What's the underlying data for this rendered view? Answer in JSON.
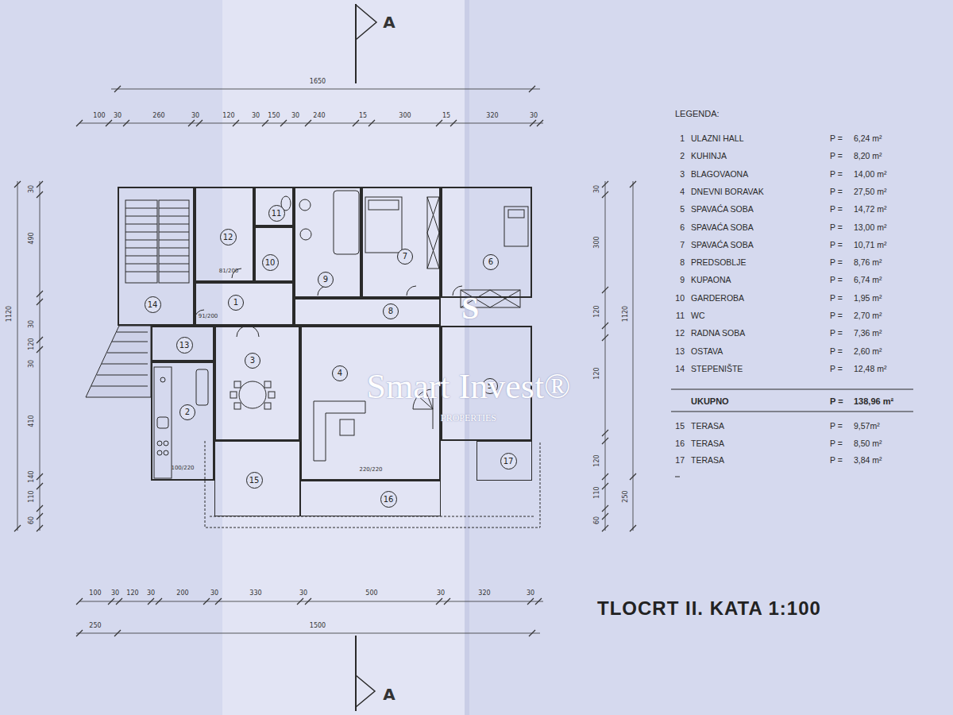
{
  "diagram": {
    "title": "TLOCRT II. KATA 1:100",
    "nodes": [
      {
        "text": [
          "11"
        ]
      },
      {
        "text": [
          "12"
        ]
      },
      {
        "text": [
          "10"
        ]
      },
      {
        "text": [
          "9"
        ]
      },
      {
        "text": [
          "7"
        ]
      },
      {
        "text": [
          "6"
        ]
      },
      {
        "text": [
          "14"
        ]
      },
      {
        "text": [
          "1"
        ]
      },
      {
        "text": [
          "8"
        ]
      },
      {
        "text": [
          "13"
        ]
      },
      {
        "text": [
          "3"
        ]
      },
      {
        "text": [
          "5"
        ]
      },
      {
        "text": [
          "2"
        ]
      },
      {
        "text": [
          "4"
        ]
      },
      {
        "text": [
          "17"
        ]
      },
      {
        "text": [
          "15"
        ]
      },
      {
        "text": [
          "16"
        ]
      }
    ],
    "labels": [
      "A",
      "A",
      "1650",
      "100",
      "30",
      "260",
      "30",
      "120",
      "30",
      "150",
      "30",
      "240",
      "15",
      "300",
      "15",
      "320",
      "30",
      "100",
      "30",
      "120",
      "30",
      "200",
      "30",
      "330",
      "30",
      "500",
      "30",
      "320",
      "30",
      "250",
      "1500",
      "30",
      "490",
      "30",
      "120",
      "30",
      "410",
      "140",
      "110",
      "60",
      "1120",
      "30",
      "300",
      "120",
      "120",
      "120",
      "110",
      "60",
      "1120",
      "250",
      "81/200",
      "91/200",
      "100/220",
      "220/220",
      "LEGENDA:",
      "1",
      "ULAZNI HALL",
      "P =",
      "6,24 m²",
      "2",
      "KUHINJA",
      "P =",
      "8,20 m²",
      "3",
      "BLAGOVAONA",
      "P =",
      "14,00 m²",
      "4",
      "DNEVNI BORAVAK",
      "P =",
      "27,50 m²",
      "5",
      "SPAVAĆA SOBA",
      "P =",
      "14,72 m²",
      "6",
      "SPAVAĆA SOBA",
      "P =",
      "13,00 m²",
      "7",
      "SPAVAĆA SOBA",
      "P =",
      "10,71 m²",
      "8",
      "PREDSOBLJE",
      "P =",
      "8,76 m²",
      "9",
      "KUPAONA",
      "P =",
      "6,74 m²",
      "10",
      "GARDEROBA",
      "P =",
      "1,95 m²",
      "11",
      "WC",
      "P =",
      "2,70 m²",
      "12",
      "RADNA SOBA",
      "P =",
      "7,36 m²",
      "13",
      "OSTAVA",
      "P =",
      "2,60 m²",
      "14",
      "STEPENIŠTE",
      "P =",
      "12,48 m²",
      "UKUPNO",
      "P =",
      "138,96 m²",
      "15",
      "TERASA",
      "P =",
      "9,57m²",
      "16",
      "TERASA",
      "P =",
      "8,50 m²",
      "17",
      "TERASA",
      "P =",
      "3,84 m²",
      "Smart Invest®",
      "PROPERTIES",
      "S"
    ]
  }
}
